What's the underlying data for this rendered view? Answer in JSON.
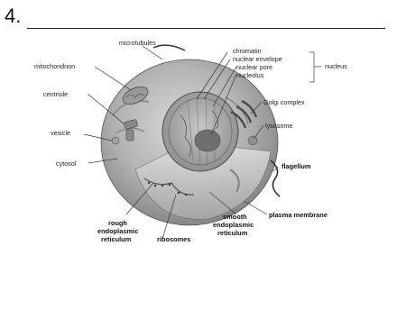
{
  "question": {
    "number": "4."
  },
  "diagram": {
    "labels": {
      "microtubules": "microtubules",
      "mitochondrion": "mitochondrion",
      "centriole": "centriole",
      "vesicle": "vesicle",
      "cytosol": "cytosol",
      "chromatin": "chromatin",
      "nuclear_envelope": "nuclear envelope",
      "nuclear_pore": "nuclear pore",
      "nucleolus": "nucleolus",
      "nucleus": "nucleus",
      "golgi_complex": "Golgi complex",
      "lysosome": "lysosome",
      "flagellum": "flagellum",
      "plasma_membrane": "plasma membrane",
      "rough_er_line1": "rough",
      "rough_er_line2": "endoplasmic",
      "rough_er_line3": "reticulum",
      "ribosomes": "ribosomes",
      "smooth_er_line1": "smooth",
      "smooth_er_line2": "endoplasmic",
      "smooth_er_line3": "reticulum"
    },
    "colors": {
      "cell_fill": "#b9b9b9",
      "cell_dark": "#7d7d7d",
      "nucleus_fill": "#9a9a9a",
      "label_color": "#1e1e1e"
    }
  }
}
